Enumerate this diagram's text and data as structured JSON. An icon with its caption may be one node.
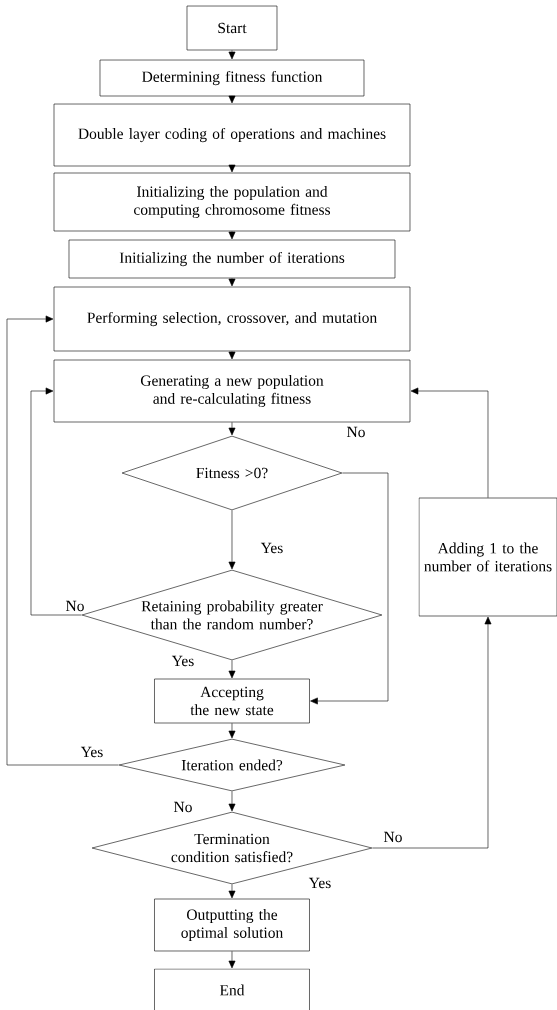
{
  "diagram": {
    "nodes": [
      {
        "text": [
          "Start"
        ]
      },
      {
        "text": [
          "Determining fitness function"
        ]
      },
      {
        "text": [
          "Double layer coding of operations and machines"
        ]
      },
      {
        "text": [
          "Initializing the population and computing chromosome fitness"
        ]
      },
      {
        "text": [
          "Initializing the number of iterations"
        ]
      },
      {
        "text": [
          "Performing selection, crossover, and mutation"
        ]
      },
      {
        "text": [
          "Generating a new population and re-calculating fitness"
        ]
      },
      {
        "text": [
          "Fitness >0?"
        ]
      },
      {
        "text": [
          "Retaining probability greater than the random number?"
        ]
      },
      {
        "text": [
          "Accepting the new state"
        ]
      },
      {
        "text": [
          "Adding 1 to the number of iterations"
        ]
      },
      {
        "text": [
          "Iteration ended?"
        ]
      },
      {
        "text": [
          "Termination condition satisfied?"
        ]
      },
      {
        "text": [
          "Outputting the optimal solution"
        ]
      },
      {
        "text": [
          "End"
        ]
      }
    ],
    "edges": [
      {
        "from": 0,
        "to": 1,
        "arrow": "to"
      },
      {
        "from": 1,
        "to": 2,
        "arrow": "to"
      },
      {
        "from": 2,
        "to": 3,
        "arrow": "to"
      },
      {
        "from": 3,
        "to": 4,
        "arrow": "to"
      },
      {
        "from": 4,
        "to": 5,
        "arrow": "to"
      },
      {
        "from": 5,
        "to": 6,
        "arrow": "to"
      },
      {
        "from": 6,
        "to": 7,
        "arrow": "to"
      },
      {
        "from": 7,
        "to": 8,
        "arrow": "to",
        "label": "Yes"
      },
      {
        "from": 7,
        "to": 9,
        "arrow": "to",
        "label": "No"
      },
      {
        "from": 8,
        "to": 9,
        "arrow": "to",
        "label": "Yes"
      },
      {
        "from": 8,
        "to": 6,
        "arrow": "to",
        "label": "No"
      },
      {
        "from": 9,
        "to": 11,
        "arrow": "to"
      },
      {
        "from": 11,
        "to": 5,
        "arrow": "to",
        "label": "Yes"
      },
      {
        "from": 11,
        "to": 12,
        "arrow": "to",
        "label": "No"
      },
      {
        "from": 12,
        "to": 13,
        "arrow": "to",
        "label": "Yes"
      },
      {
        "from": 12,
        "to": 10,
        "arrow": "to",
        "label": "No"
      },
      {
        "from": 10,
        "to": 6,
        "arrow": "to"
      },
      {
        "from": 13,
        "to": 14,
        "arrow": "to"
      }
    ]
  }
}
